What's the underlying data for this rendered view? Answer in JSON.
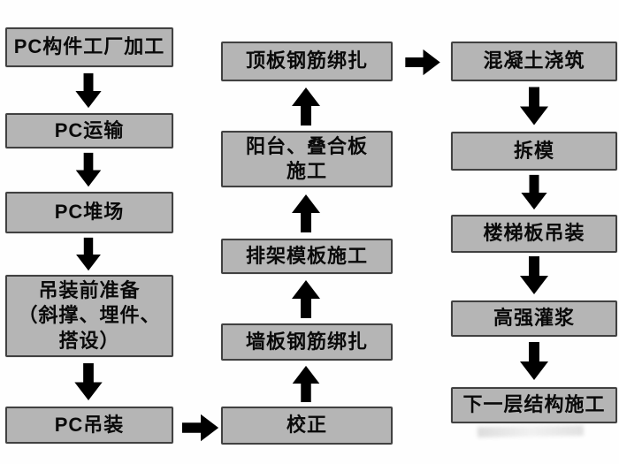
{
  "flowchart": {
    "description": "PC precast concrete construction process flow diagram",
    "background_color": "#fefefe",
    "node_style": {
      "fill": "#b5b5b5",
      "border": "#414141",
      "text_color": "#0a0a0a"
    },
    "arrow_style": {
      "fill": "#9fc3e6",
      "border": "#3c5c8c"
    },
    "icons": {
      "down_arrow": "block-arrow-down",
      "up_arrow": "block-arrow-up",
      "right_arrow": "block-arrow-right"
    },
    "columns": {
      "left": {
        "flow_direction": "top_to_bottom",
        "nodes": [
          "PC构件工厂加工",
          "PC运输",
          "PC堆场",
          "吊装前准备\n（斜撑、埋件、\n搭设）",
          "PC吊装"
        ]
      },
      "middle": {
        "flow_direction": "bottom_to_top",
        "nodes": [
          "顶板钢筋绑扎",
          "阳台、叠合板\n施工",
          "排架模板施工",
          "墙板钢筋绑扎",
          "校正"
        ]
      },
      "right": {
        "flow_direction": "top_to_bottom",
        "nodes": [
          "混凝土浇筑",
          "拆模",
          "楼梯板吊装",
          "高强灌浆",
          "下一层结构施工"
        ]
      }
    },
    "connections": [
      "PC构件工厂加工 → PC运输 → PC堆场 → 吊装前准备（斜撑、埋件、搭设） → PC吊装",
      "PC吊装 → 校正",
      "校正 → 墙板钢筋绑扎 → 排架模板施工 → 阳台、叠合板施工 → 顶板钢筋绑扎",
      "顶板钢筋绑扎 → 混凝土浇筑",
      "混凝土浇筑 → 拆模 → 楼梯板吊装 → 高强灌浆 → 下一层结构施工"
    ]
  }
}
